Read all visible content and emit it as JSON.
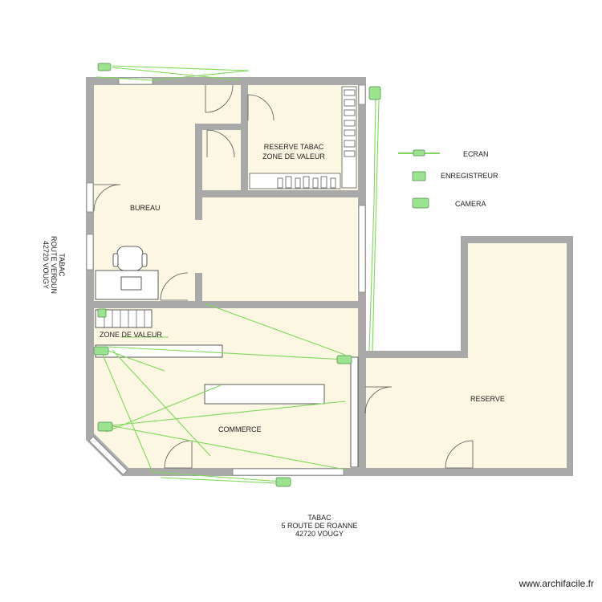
{
  "rooms": {
    "bureau": "BUREAU",
    "reserve_tabac_line1": "RESERVE TABAC",
    "reserve_tabac_line2": "ZONE DE VALEUR",
    "zone_valeur": "ZONE DE VALEUR",
    "commerce": "COMMERCE",
    "reserve": "RESERVE"
  },
  "legend": {
    "ecran": "ECRAN",
    "enregistreur": "ENREGISTREUR",
    "camera": "CAMERA"
  },
  "address_side": {
    "line1": "TABAC",
    "line2": "ROUTE VERDUN",
    "line3": "42720 VOUGY"
  },
  "address_bottom": {
    "line1": "TABAC",
    "line2": "5 ROUTE DE ROANNE",
    "line3": "42720 VOUGY"
  },
  "watermark": "www.archifacile.fr",
  "colors": {
    "wall": "#a9a9a9",
    "floor": "#fbf7e3",
    "cable": "#7ed957",
    "camera": "#9be38f"
  }
}
